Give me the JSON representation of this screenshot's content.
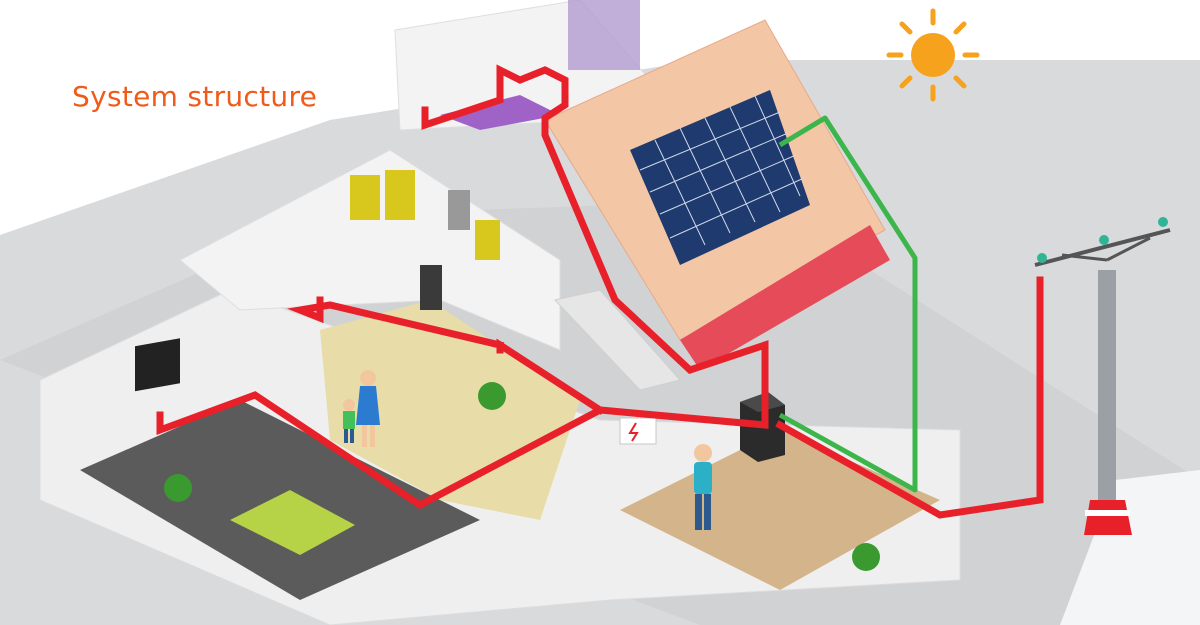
{
  "title": "System structure",
  "colors": {
    "title": "#f05a1a",
    "ac_wire": "#e8202a",
    "dc_wire": "#3cb54a",
    "sun": "#f7a21c",
    "panel": "#1e3a6e",
    "roof_tiles": "#e64b5a",
    "battery": "#2b2b2b",
    "floor_tile": "#e8dca8",
    "floor_wood": "#d4b48a",
    "floor_dark": "#5b5b5b",
    "grid_pole": "#9aa0a6"
  },
  "components": {
    "sun": "sun-icon",
    "solar_panel": "solar-panel",
    "storage": "battery-storage-unit",
    "grid": "power-line-pole",
    "distribution": "distribution-box"
  }
}
